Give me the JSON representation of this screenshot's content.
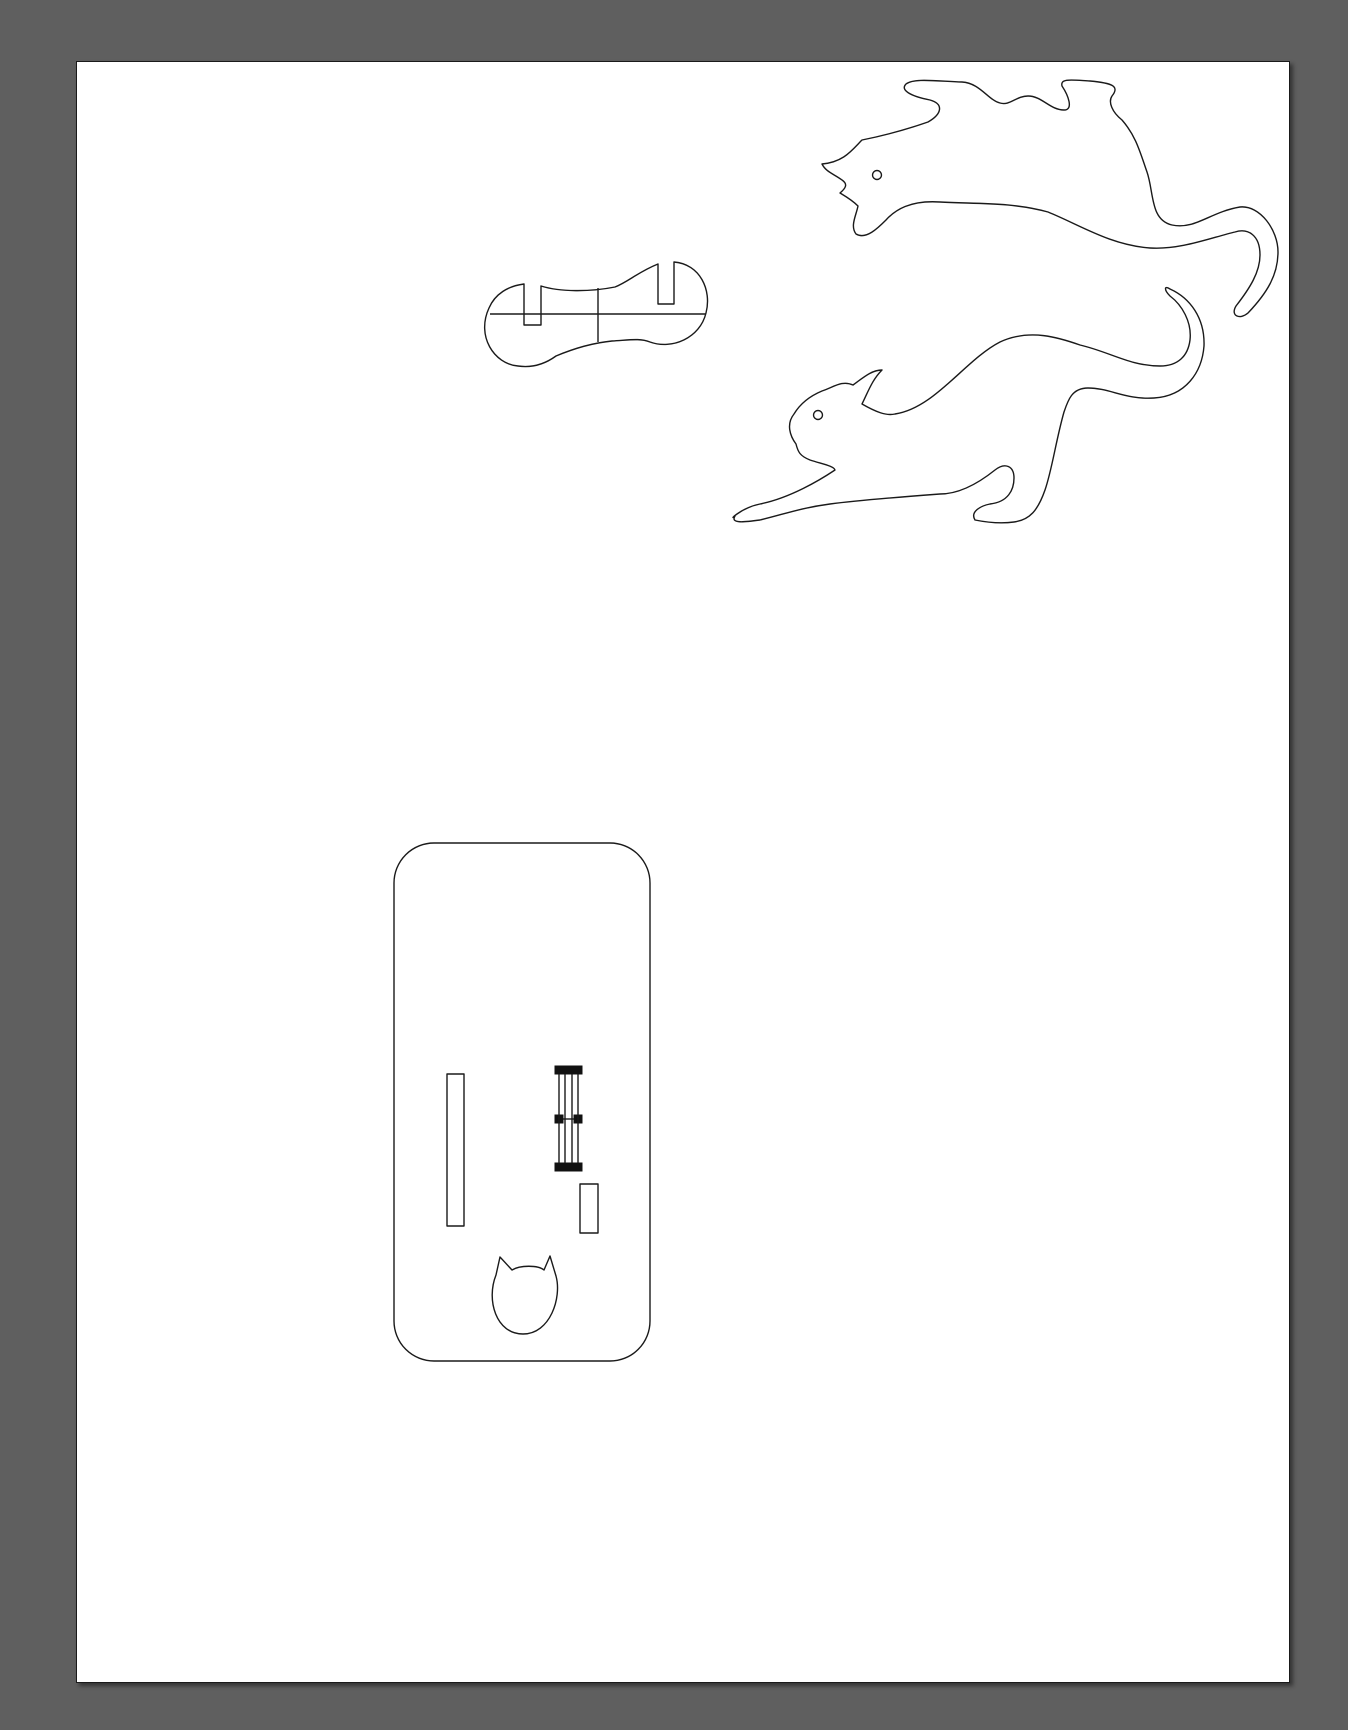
{
  "canvas": {
    "background_color": "#5f5f5f",
    "artboard_color": "#ffffff",
    "line_color": "#1a1a1a"
  },
  "artwork": {
    "pieces": [
      {
        "name": "connector-piece",
        "icon": "bone-connector-shape"
      },
      {
        "name": "cat-jumping-piece",
        "icon": "jumping-cat-outline"
      },
      {
        "name": "cat-stretching-piece",
        "icon": "stretching-cat-outline"
      },
      {
        "name": "base-board-piece",
        "icon": "rounded-base-board"
      },
      {
        "name": "cat-head-cutout",
        "icon": "cat-head-icon"
      }
    ]
  }
}
